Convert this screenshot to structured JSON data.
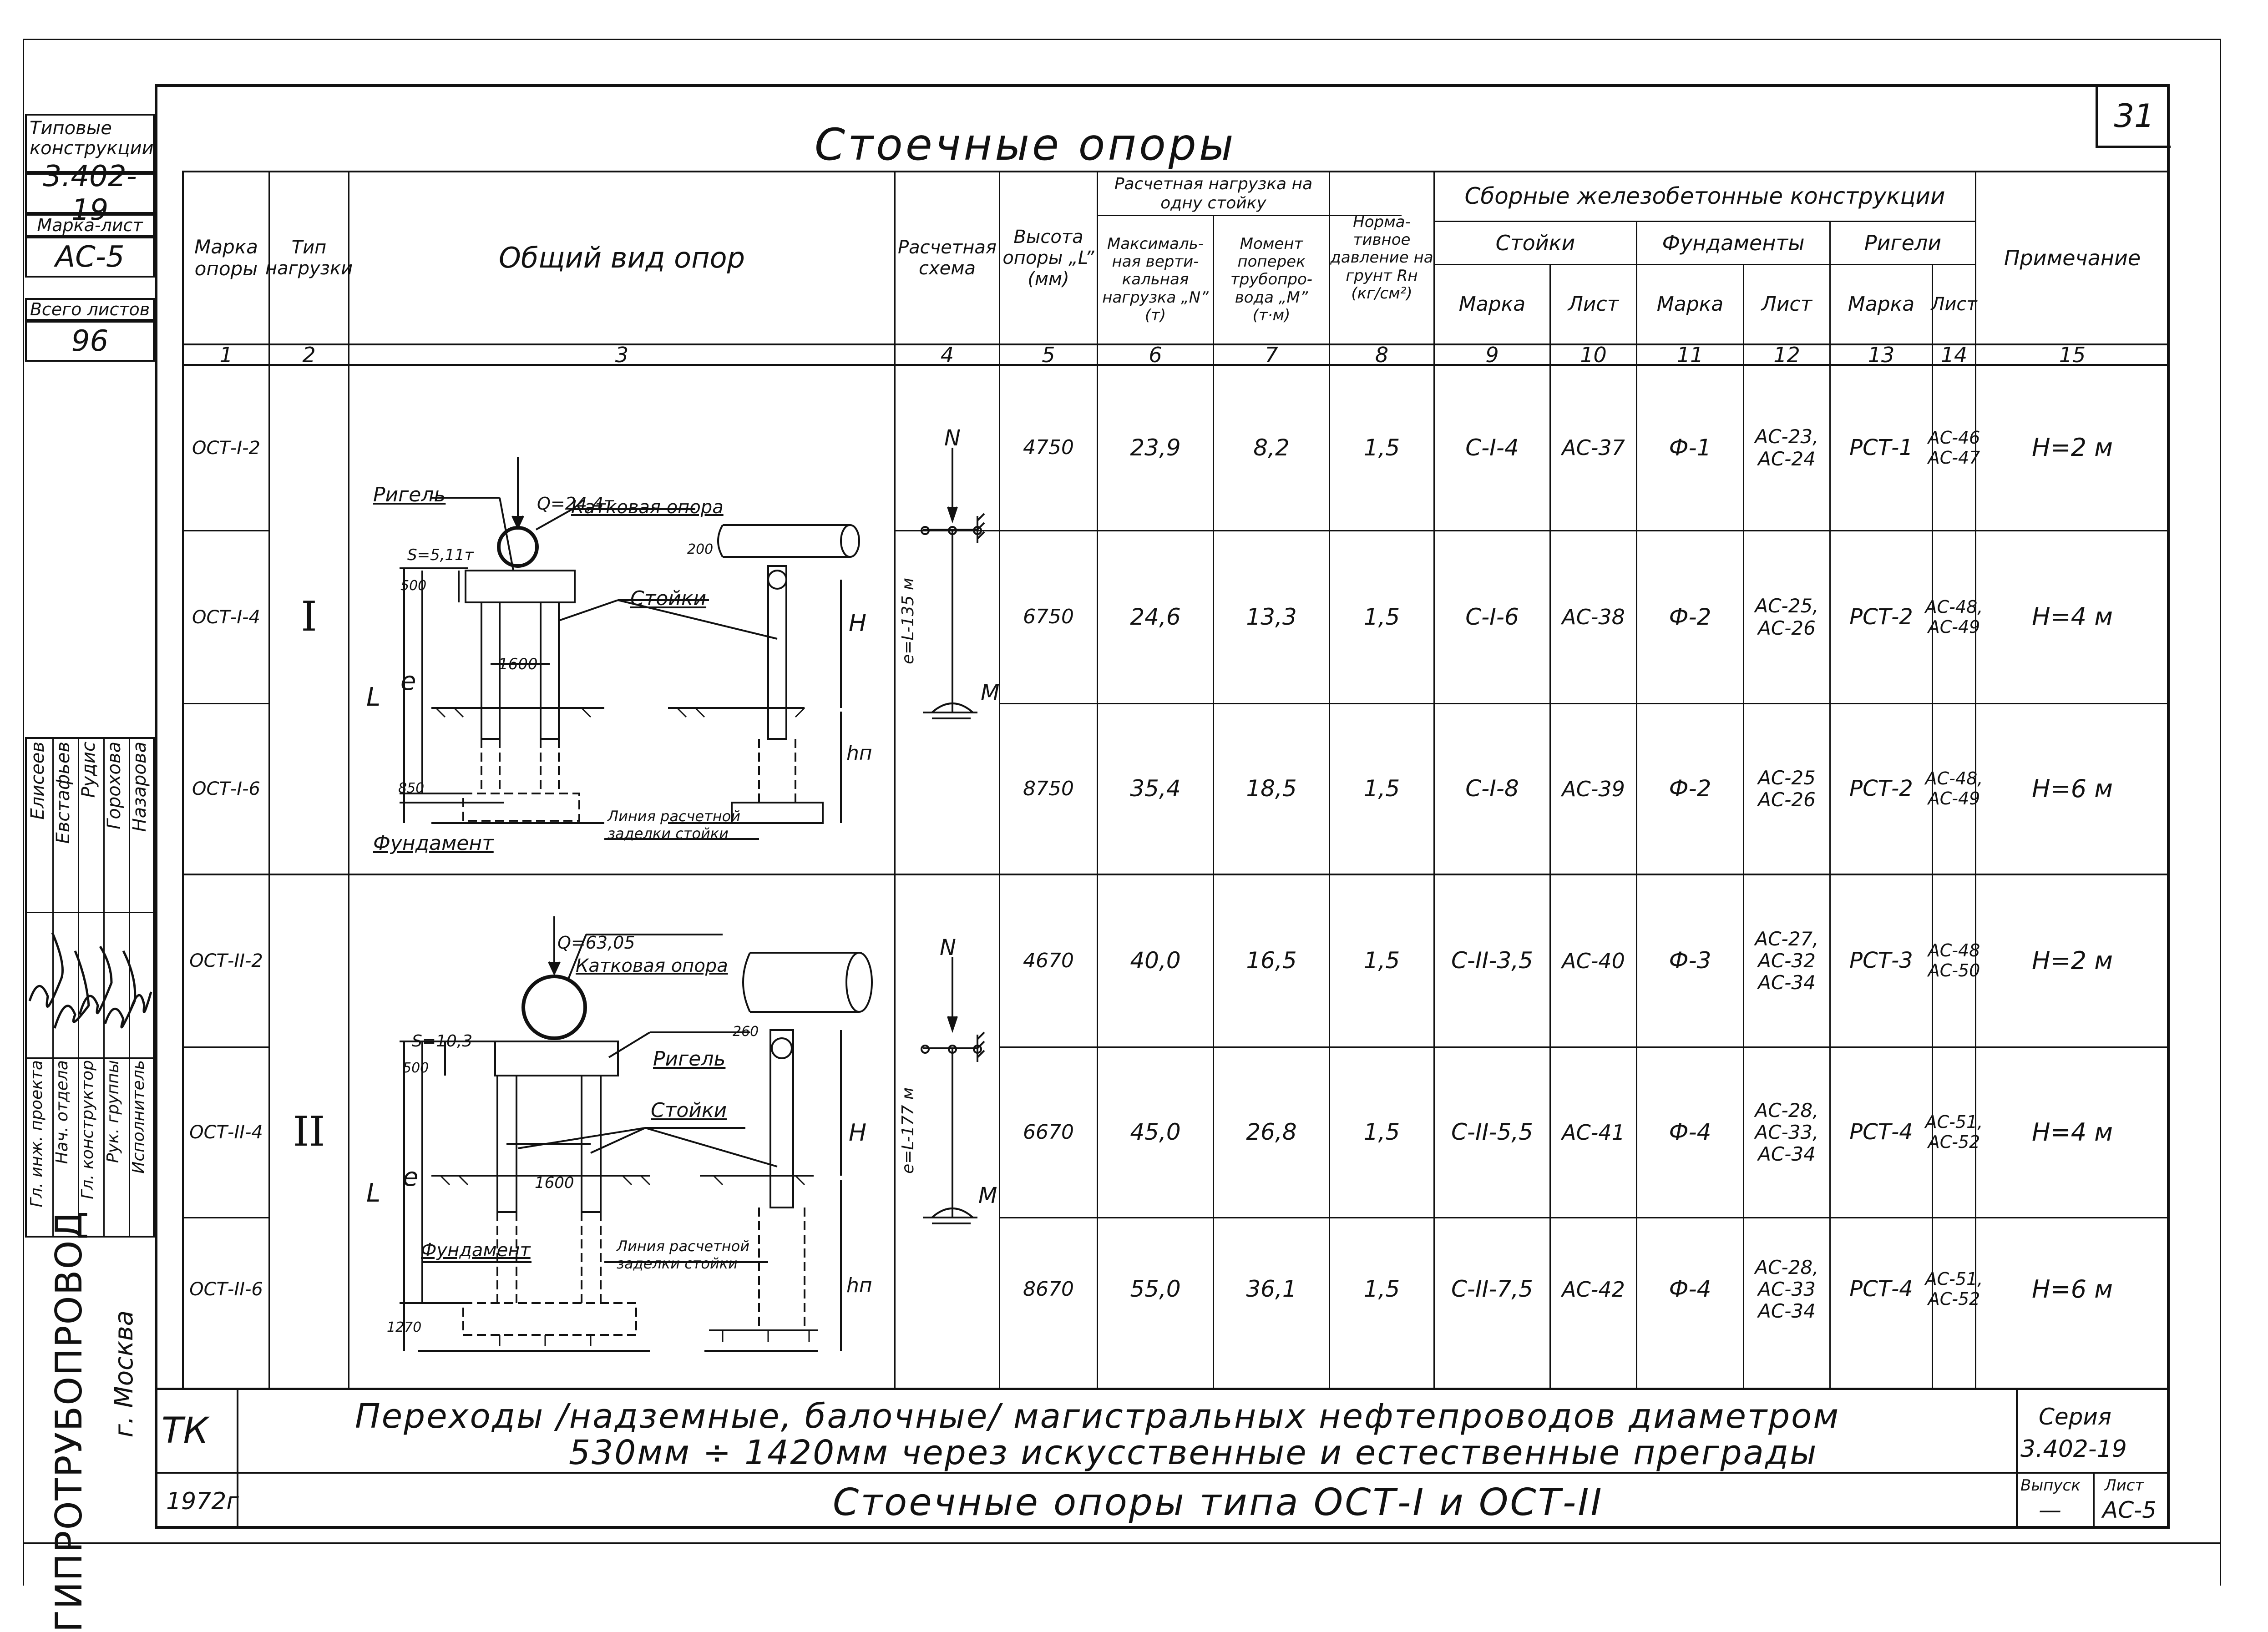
{
  "sidebar": {
    "typ_label": "Типовые конструкции",
    "series": "3.402-19",
    "marka_label": "Марка-лист",
    "marka": "АС-5",
    "total_label": "Всего листов",
    "total": "96",
    "roles": [
      "Гл. инж. проекта",
      "Нач. отдела",
      "Гл. конструктор",
      "Рук. группы",
      "Исполнитель"
    ],
    "names": [
      "Елисеев",
      "Евстафьев",
      "Рудис",
      "Горохова",
      "Назарова"
    ],
    "org": "ГИПРОТРУБОПРОВОД",
    "city": "г. Москва"
  },
  "sheet_number": "31",
  "title": "Стоечные опоры",
  "headers": {
    "col1": "Марка опоры",
    "col2": "Тип нагрузки",
    "col3": "Общий вид опор",
    "col4": "Расчетная схема",
    "col5": "Высота опоры „L” (мм)",
    "load_group": "Расчетная нагрузка на одну стойку",
    "col6": "Максималь-ная верти-кальная нагрузка „N” (т)",
    "col7": "Момент поперек трубопро-вода „М” (т·м)",
    "col8": "Норма-тивное давление на грунт Rн (кг/см²)",
    "prefab_group": "Сборные железобетонные конструкции",
    "posts": "Стойки",
    "foundations": "Фундаменты",
    "beams": "Ригели",
    "marka": "Марка",
    "list": "Лист",
    "col15": "Примечание",
    "numbers": [
      "1",
      "2",
      "3",
      "4",
      "5",
      "6",
      "7",
      "8",
      "9",
      "10",
      "11",
      "12",
      "13",
      "14",
      "15"
    ]
  },
  "rows": [
    {
      "mark": "ОСТ-I-2",
      "L": "4750",
      "N": "23,9",
      "M": "8,2",
      "R": "1,5",
      "post": "С-I-4",
      "post_list": "АС-37",
      "found": "Ф-1",
      "found_list": "АС-23,\nАС-24",
      "beam": "РСТ-1",
      "beam_list": "АС-46\nАС-47",
      "note": "Н=2 м"
    },
    {
      "mark": "ОСТ-I-4",
      "L": "6750",
      "N": "24,6",
      "M": "13,3",
      "R": "1,5",
      "post": "С-I-6",
      "post_list": "АС-38",
      "found": "Ф-2",
      "found_list": "АС-25,\nАС-26",
      "beam": "РСТ-2",
      "beam_list": "АС-48,\nАС-49",
      "note": "Н=4 м"
    },
    {
      "mark": "ОСТ-I-6",
      "L": "8750",
      "N": "35,4",
      "M": "18,5",
      "R": "1,5",
      "post": "С-I-8",
      "post_list": "АС-39",
      "found": "Ф-2",
      "found_list": "АС-25\nАС-26",
      "beam": "РСТ-2",
      "beam_list": "АС-48,\nАС-49",
      "note": "Н=6 м"
    },
    {
      "mark": "ОСТ-II-2",
      "L": "4670",
      "N": "40,0",
      "M": "16,5",
      "R": "1,5",
      "post": "С-II-3,5",
      "post_list": "АС-40",
      "found": "Ф-3",
      "found_list": "АС-27,\nАС-32\nАС-34",
      "beam": "РСТ-3",
      "beam_list": "АС-48\nАС-50",
      "note": "Н=2 м"
    },
    {
      "mark": "ОСТ-II-4",
      "L": "6670",
      "N": "45,0",
      "M": "26,8",
      "R": "1,5",
      "post": "С-II-5,5",
      "post_list": "АС-41",
      "found": "Ф-4",
      "found_list": "АС-28,\nАС-33,\nАС-34",
      "beam": "РСТ-4",
      "beam_list": "АС-51,\nАС-52",
      "note": "Н=4 м"
    },
    {
      "mark": "ОСТ-II-6",
      "L": "8670",
      "N": "55,0",
      "M": "36,1",
      "R": "1,5",
      "post": "С-II-7,5",
      "post_list": "АС-42",
      "found": "Ф-4",
      "found_list": "АС-28,\nАС-33\nАС-34",
      "beam": "РСТ-4",
      "beam_list": "АС-51,\nАС-52",
      "note": "Н=6 м"
    }
  ],
  "load_types": [
    "I",
    "II"
  ],
  "drawing1": {
    "Q": "Q=24,4т",
    "rigel": "Ригель",
    "katkovaya": "Катковая опора",
    "S": "S=5,11т",
    "stoyki": "Стойки",
    "dim_500": "500",
    "dim_200": "200",
    "dim_1600": "1600",
    "dim_850": "850",
    "L": "L",
    "e": "e",
    "H": "H",
    "hn": "hп",
    "fundament": "Фундамент",
    "liniya": "Линия расчетной заделки стойки",
    "scheme_label": "e=L-135 м",
    "N": "N",
    "M": "M"
  },
  "drawing2": {
    "Q": "Q=63,05",
    "rigel": "Ригель",
    "katkovaya": "Катковая опора",
    "S": "S=10,3",
    "stoyki": "Стойки",
    "dim_500": "500",
    "dim_260": "260",
    "dim_1600": "1600",
    "dim_1270": "1270",
    "L": "L",
    "e": "e",
    "H": "H",
    "hn": "hп",
    "fundament": "Фундамент",
    "liniya": "Линия расчетной заделки стойки",
    "scheme_label": "e=L-177 м",
    "N": "N",
    "M": "M"
  },
  "footer": {
    "tk": "ТК",
    "year": "1972г",
    "main_line1": "Переходы /надземные, балочные/ магистральных нефтепроводов диаметром",
    "main_line2": "530мм ÷ 1420мм через искусственные и естественные преграды",
    "sub_title": "Стоечные опоры типа ОСТ-I и ОСТ-II",
    "series_label": "Серия",
    "series": "3.402-19",
    "vypusk_label": "Выпуск",
    "vypusk": "—",
    "list_label": "Лист",
    "list": "АС-5"
  }
}
